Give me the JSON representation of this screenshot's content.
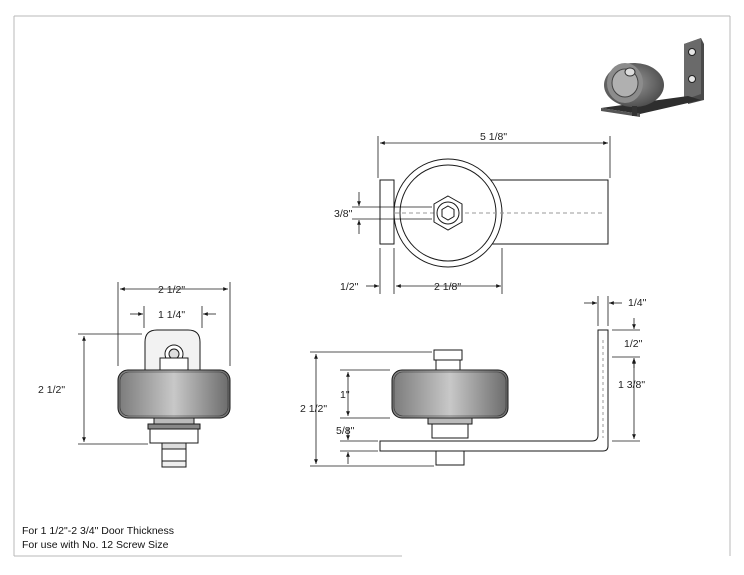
{
  "dimensions": {
    "top_overall_width": "5 1/8\"",
    "top_bolt_height": "3/8\"",
    "top_left_offset": "1/2\"",
    "top_wheel_offset": "2 1/8\"",
    "front_overall_width": "2 1/2\"",
    "front_inner_width": "1 1/4\"",
    "front_height": "2 1/2\"",
    "side_bracket_thickness": "1/4\"",
    "side_bracket_top": "1/2\"",
    "side_bracket_height": "1 3/8\"",
    "side_wheel_width": "1\"",
    "side_overall_height": "2 1/2\"",
    "side_base_height": "5/8\""
  },
  "notes": {
    "door_thickness": "For 1 1/2\"-2 3/4\" Door Thickness",
    "screw_size": "For use with No. 12 Screw Size"
  },
  "colors": {
    "line": "#1a1a1a",
    "frame": "#b8b8b8",
    "wheel_dark": "#555555",
    "bracket_dark": "#3a3a3a"
  },
  "icons": {
    "product_render": "door-guide-roller-icon"
  }
}
